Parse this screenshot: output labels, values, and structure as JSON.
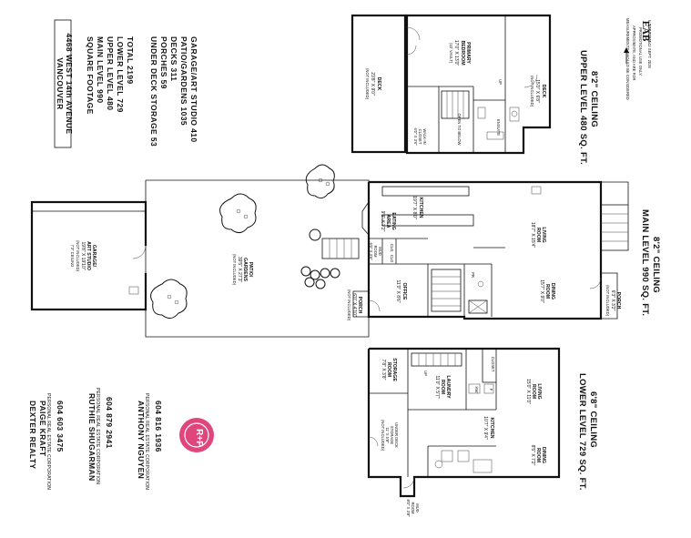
{
  "address": {
    "line1": "4468 WEST 14th AVENUE",
    "line2": "VANCOUVER"
  },
  "square_footage": {
    "heading": "SQUARE FOOTAGE",
    "main": "MAIN LEVEL 990",
    "upper": "UPPER LEVEL 480",
    "lower": "LOWER LEVEL 729",
    "total": "TOTAL 2199"
  },
  "other_areas": {
    "under_deck": "UNDER DECK STORAGE 53",
    "porches": "PORCHES 59",
    "decks": "DECKS 311",
    "patio": "PATIO/GARDENS 1035",
    "garage": "GARAGE/ART STUDIO 410"
  },
  "realtors": {
    "brokerage": "DEXTER REALTY",
    "agents": [
      {
        "name": "PAIGE KRAFT",
        "title": "PERSONAL REAL ESTATE CORPORATION",
        "phone": "604 603 3475"
      },
      {
        "name": "RUTHIE SHUGARMAN",
        "title": "PERSONAL REAL ESTATE CORPORATION",
        "phone": "604 879 2941"
      },
      {
        "name": "ANTHONY NGUYEN",
        "title": "PERSONAL REAL ESTATE CORPORATION",
        "phone": "604 816 1936"
      }
    ]
  },
  "logo": {
    "letters": "R+P",
    "color": "#e0457b"
  },
  "disclaimer": {
    "line1": "MEASUREMENTS SHOULD BE CONSIDERED",
    "line2": "APPROXIMATE, AND ARE FOR",
    "line3": "PROMOTIONAL USE ONLY.",
    "line4": "T.18-2314542 SEPT. 2026"
  },
  "drafter": {
    "mark": "EAB",
    "sub": "FLOOR PLANS"
  },
  "levels": {
    "upper": {
      "title": "UPPER LEVEL 480 SQ. FT.",
      "ceiling": "8'2\" CEILING",
      "rooms": {
        "deck_left": {
          "name": "DECK",
          "dim": "23'8\" X 9'0\"",
          "note": "(NOT INCLUDED)"
        },
        "primary": {
          "name": "PRIMARY",
          "name2": "BEDROOM",
          "dim": "17'0\" X 13'0\"",
          "note": "(10' VAULT)"
        },
        "deck_right": {
          "name": "DECK",
          "dim": "15'0\" X 6'8\"",
          "note": "(NOT INCLUDED)"
        },
        "walkin": {
          "name": "WALK-IN",
          "name2": "CLOSET",
          "dim": "6'0\" X 3'6\""
        },
        "ensuite": {
          "name": "ENSUITE"
        },
        "open_below": {
          "name": "OPEN TO BELOW"
        },
        "up": "UP"
      }
    },
    "main": {
      "title": "MAIN LEVEL 990 SQ. FT.",
      "ceiling": "8'2\" CEILING",
      "rooms": {
        "garage": {
          "name": "GARAGE/",
          "name2": "ART STUDIO",
          "dim": "19'8\" X 19'10\"",
          "note": "(NOT INCLUDED)",
          "note2": "7'3\" CEILING"
        },
        "patio": {
          "name": "PATIO/",
          "name2": "GARDENS",
          "dim": "39'5\" X 27'3\"",
          "note": "(NOT INCLUDED)"
        },
        "kitchen": {
          "name": "KITCHEN",
          "dim": "19'7\" X 8'0\""
        },
        "eating": {
          "name": "EATING",
          "name2": "AREA",
          "dim": "9'3\" X 7'2\""
        },
        "living": {
          "name": "LIVING",
          "name2": "ROOM",
          "dim": "18'7\" X 15'4\""
        },
        "mud": {
          "name": "MUD",
          "name2": "ROOM",
          "dim": "6'0\" X 3'6\""
        },
        "clo1": "CLO",
        "clo2": "CLO",
        "office": {
          "name": "OFFICE",
          "dim": "11'0\" X 8'6\""
        },
        "dining": {
          "name": "DINING",
          "name2": "ROOM",
          "dim": "15'7\" X 9'0\""
        },
        "porch_left": {
          "name": "PORCH",
          "dim": "6'0\" X 4'10\"",
          "note": "(NOT INCLUDED)"
        },
        "porch_right": {
          "name": "PORCH",
          "dim": "6'3\" X 3'2\"",
          "note": "(NOT INCLUDED)"
        },
        "pr": "PR"
      }
    },
    "lower": {
      "title": "LOWER LEVEL 729 SQ. FT.",
      "ceiling": "6'8\" CEILING",
      "rooms": {
        "storage": {
          "name": "STORAGE",
          "name2": "ROOM",
          "dim": "7'8\" X 3'8\""
        },
        "laundry": {
          "name": "LAUNDRY",
          "name2": "ROOM",
          "dim": "11'0\" X 5'7\""
        },
        "closet": {
          "name": "CLOSET"
        },
        "living": {
          "name": "LIVING",
          "name2": "ROOM",
          "dim": "15'0\" X 11'0\""
        },
        "under_deck": {
          "name": "UNDER DECK",
          "name2": "STORAGE",
          "dim": "11' X 5'8\"",
          "note": "(NOT INCLUDED)"
        },
        "kitchen": {
          "name": "KITCHEN",
          "dim": "10'7\" X 9'4\""
        },
        "dining": {
          "name": "DINING",
          "name2": "ROOM",
          "dim": "8'5\" X 7'2\""
        },
        "mud": {
          "name": "MUD",
          "name2": "ROOM",
          "dim": "8'0\" X 3'8\""
        },
        "hw": "HW",
        "f": "F",
        "up": "UP"
      }
    }
  }
}
